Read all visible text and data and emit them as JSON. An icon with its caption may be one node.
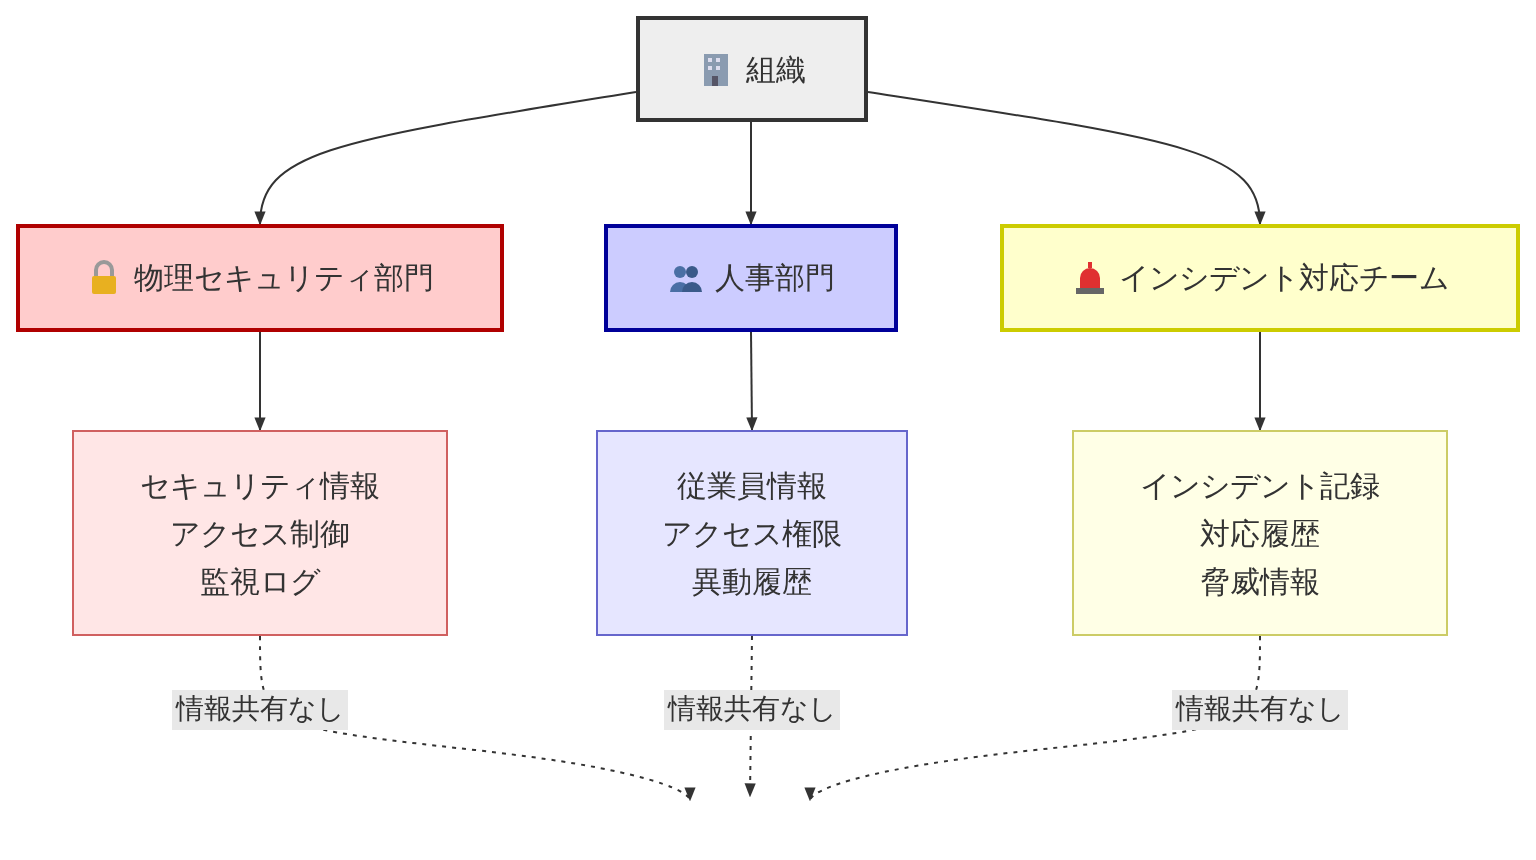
{
  "diagram": {
    "nodes": [
      {
        "text": [
          "組織"
        ]
      },
      {
        "text": [
          "物理セキュリティ部門"
        ]
      },
      {
        "text": [
          "人事部門"
        ]
      },
      {
        "text": [
          "インシデント対応チーム"
        ]
      },
      {
        "text": [
          "セキュリティ情報",
          "アクセス制御",
          "監視ログ"
        ]
      },
      {
        "text": [
          "従業員情報",
          "アクセス権限",
          "異動履歴"
        ]
      },
      {
        "text": [
          "インシデント記録",
          "対応履歴",
          "脅威情報"
        ]
      }
    ],
    "edges": [
      {
        "from": 0,
        "to": 1,
        "arrow": "to"
      },
      {
        "from": 0,
        "to": 2,
        "arrow": "to"
      },
      {
        "from": 0,
        "to": 3,
        "arrow": "to"
      },
      {
        "from": 1,
        "to": 4,
        "arrow": "to"
      },
      {
        "from": 2,
        "to": 5,
        "arrow": "to"
      },
      {
        "from": 3,
        "to": 6,
        "arrow": "to"
      },
      {
        "from": 4,
        "to": null,
        "arrow": "to",
        "style": "dashed",
        "label": "情報共有なし"
      },
      {
        "from": 5,
        "to": null,
        "arrow": "to",
        "style": "dashed",
        "label": "情報共有なし"
      },
      {
        "from": 6,
        "to": null,
        "arrow": "to",
        "style": "dashed",
        "label": "情報共有なし"
      }
    ]
  }
}
